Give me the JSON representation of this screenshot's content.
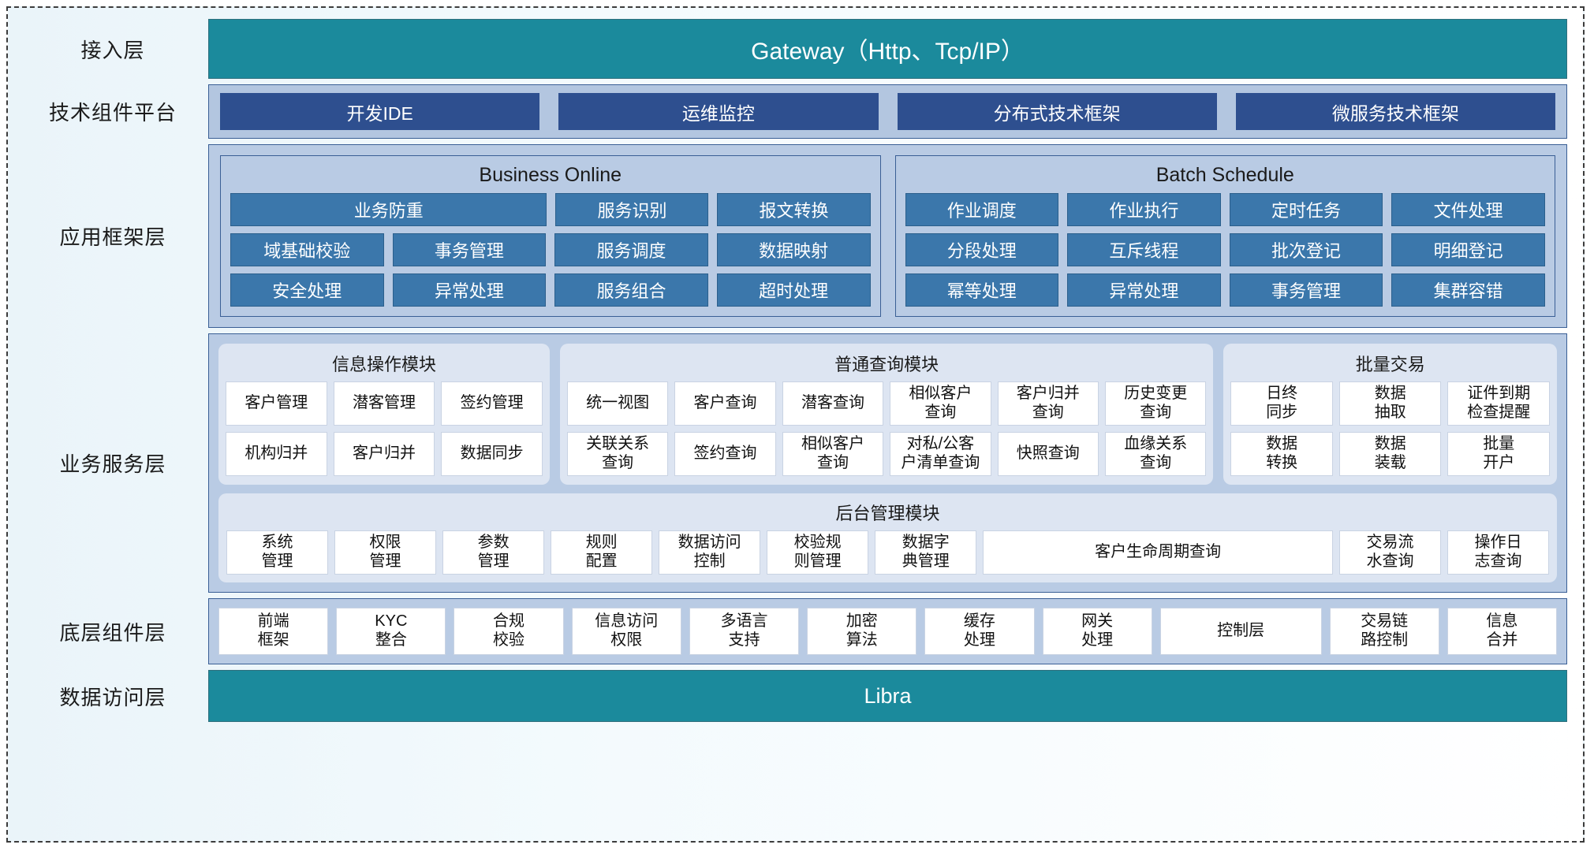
{
  "colors": {
    "teal": "#1b8a9c",
    "navy": "#2e4f8f",
    "panel": "#b9cbe4",
    "chip": "#3b77ab",
    "card": "#dde5f2"
  },
  "layers": [
    {
      "label": "接入层"
    },
    {
      "label": "技术组件平台"
    },
    {
      "label": "应用框架层"
    },
    {
      "label": "业务服务层"
    },
    {
      "label": "底层组件层"
    },
    {
      "label": "数据访问层"
    }
  ],
  "access_layer": {
    "label": "接入层",
    "bar_text": "Gateway（Http、Tcp/IP）"
  },
  "tech_platform": {
    "label": "技术组件平台",
    "chips": [
      "开发IDE",
      "运维监控",
      "分布式技术框架",
      "微服务技术框架"
    ]
  },
  "app_framework": {
    "label": "应用框架层",
    "groups": [
      {
        "title": "Business Online",
        "rows": [
          [
            {
              "text": "业务防重",
              "span": 2
            },
            {
              "text": "服务识别",
              "span": 1
            },
            {
              "text": "报文转换",
              "span": 1
            }
          ],
          [
            {
              "text": "域基础校验",
              "span": 1
            },
            {
              "text": "事务管理",
              "span": 1
            },
            {
              "text": "服务调度",
              "span": 1
            },
            {
              "text": "数据映射",
              "span": 1
            }
          ],
          [
            {
              "text": "安全处理",
              "span": 1
            },
            {
              "text": "异常处理",
              "span": 1
            },
            {
              "text": "服务组合",
              "span": 1
            },
            {
              "text": "超时处理",
              "span": 1
            }
          ]
        ]
      },
      {
        "title": "Batch Schedule",
        "rows": [
          [
            {
              "text": "作业调度",
              "span": 1
            },
            {
              "text": "作业执行",
              "span": 1
            },
            {
              "text": "定时任务",
              "span": 1
            },
            {
              "text": "文件处理",
              "span": 1
            }
          ],
          [
            {
              "text": "分段处理",
              "span": 1
            },
            {
              "text": "互斥线程",
              "span": 1
            },
            {
              "text": "批次登记",
              "span": 1
            },
            {
              "text": "明细登记",
              "span": 1
            }
          ],
          [
            {
              "text": "幂等处理",
              "span": 1
            },
            {
              "text": "异常处理",
              "span": 1
            },
            {
              "text": "事务管理",
              "span": 1
            },
            {
              "text": "集群容错",
              "span": 1
            }
          ]
        ]
      }
    ]
  },
  "business_service": {
    "label": "业务服务层",
    "top_cards": [
      {
        "title": "信息操作模块",
        "rows": [
          [
            "客户管理",
            "潜客管理",
            "签约管理"
          ],
          [
            "机构归并",
            "客户归并",
            "数据同步"
          ]
        ]
      },
      {
        "title": "普通查询模块",
        "rows": [
          [
            "统一视图",
            "客户查询",
            "潜客查询",
            "相似客户\n查询",
            "客户归并\n查询",
            "历史变更\n查询"
          ],
          [
            "关联关系\n查询",
            "签约查询",
            "相似客户\n查询",
            "对私/公客\n户清单查询",
            "快照查询",
            "血缘关系\n查询"
          ]
        ]
      },
      {
        "title": "批量交易",
        "rows": [
          [
            "日终\n同步",
            "数据\n抽取",
            "证件到期\n检查提醒"
          ],
          [
            "数据\n转换",
            "数据\n装载",
            "批量\n开户"
          ]
        ]
      }
    ],
    "bottom_card": {
      "title": "后台管理模块",
      "cells": [
        {
          "text": "系统\n管理",
          "span": 1
        },
        {
          "text": "权限\n管理",
          "span": 1
        },
        {
          "text": "参数\n管理",
          "span": 1
        },
        {
          "text": "规则\n配置",
          "span": 1
        },
        {
          "text": "数据访问\n控制",
          "span": 1
        },
        {
          "text": "校验规\n则管理",
          "span": 1
        },
        {
          "text": "数据字\n典管理",
          "span": 1
        },
        {
          "text": "客户生命周期查询",
          "span": 3.6
        },
        {
          "text": "交易流\n水查询",
          "span": 1
        },
        {
          "text": "操作日\n志查询",
          "span": 1
        }
      ]
    }
  },
  "bottom_component": {
    "label": "底层组件层",
    "cells": [
      {
        "text": "前端\n框架",
        "span": 1
      },
      {
        "text": "KYC\n整合",
        "span": 1
      },
      {
        "text": "合规\n校验",
        "span": 1
      },
      {
        "text": "信息访问\n权限",
        "span": 1
      },
      {
        "text": "多语言\n支持",
        "span": 1
      },
      {
        "text": "加密\n算法",
        "span": 1
      },
      {
        "text": "缓存\n处理",
        "span": 1
      },
      {
        "text": "网关\n处理",
        "span": 1
      },
      {
        "text": "控制层",
        "span": 1.5
      },
      {
        "text": "交易链\n路控制",
        "span": 1
      },
      {
        "text": "信息\n合并",
        "span": 1
      }
    ]
  },
  "data_access": {
    "label": "数据访问层",
    "bar_text": "Libra"
  }
}
